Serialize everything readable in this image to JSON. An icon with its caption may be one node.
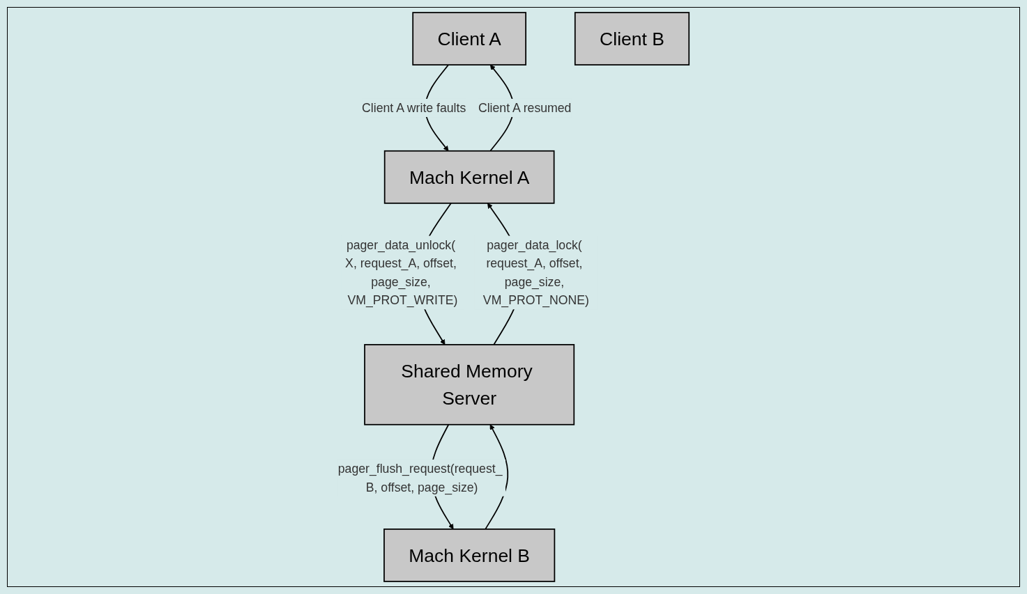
{
  "diagram": {
    "nodes": [
      {
        "text": [
          "Client A"
        ]
      },
      {
        "text": [
          "Client B"
        ]
      },
      {
        "text": [
          "Shared Memory Server"
        ]
      },
      {
        "text": [
          "Mach Kernel A"
        ]
      },
      {
        "text": [
          "Mach Kernel B"
        ]
      }
    ],
    "edges": [
      {
        "from": 0,
        "to": 3,
        "arrow": "to",
        "label": "Client A write faults"
      },
      {
        "from": 3,
        "to": 0,
        "arrow": "to",
        "label": "Client A resumed"
      },
      {
        "from": 3,
        "to": 2,
        "arrow": "to",
        "label": "pager_data_unlock( X, request_A, offset, page_size, VM_PROT_WRITE)"
      },
      {
        "from": 2,
        "to": 3,
        "arrow": "to",
        "label": "pager_data_lock( request_A, offset, page_size, VM_PROT_NONE)"
      },
      {
        "from": 2,
        "to": 4,
        "arrow": "to",
        "label": "pager_flush_request(request_ B, offset, page_size)"
      },
      {
        "from": 4,
        "to": 2,
        "arrow": "to"
      }
    ]
  }
}
